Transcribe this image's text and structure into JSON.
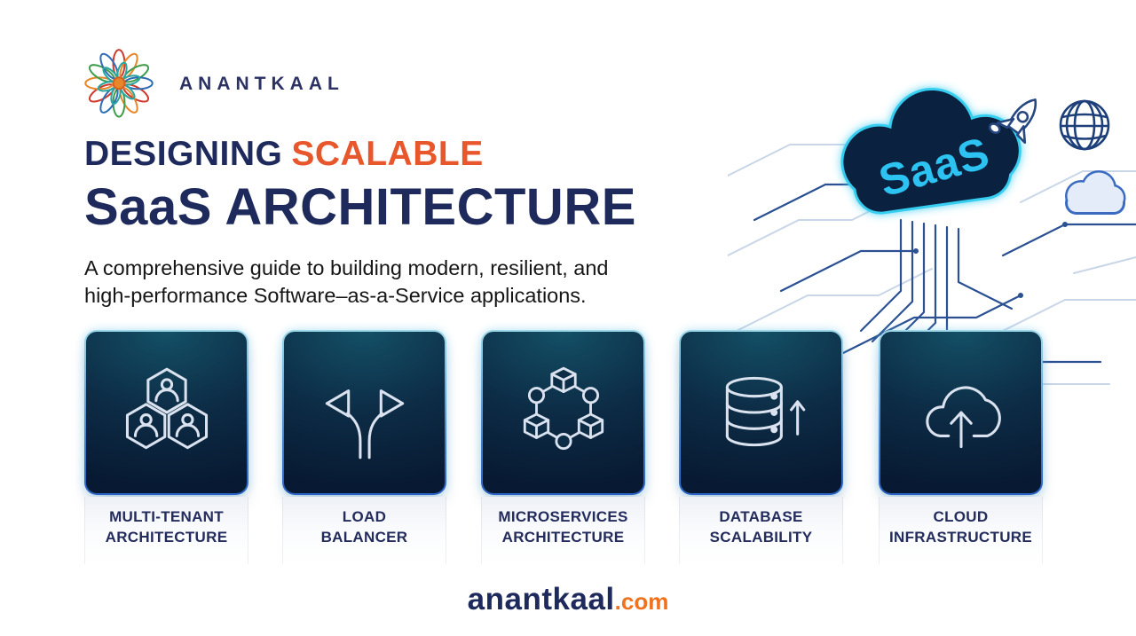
{
  "brand": {
    "name": "ANANTKAAL"
  },
  "hero": {
    "title_part1": "DESIGNING",
    "title_part2": "SCALABLE",
    "title_line2": "SaaS ARCHITECTURE",
    "subtitle_line1": "A comprehensive guide to building modern, resilient, and",
    "subtitle_line2": "high-performance Software–as-a-Service applications."
  },
  "illustration": {
    "cloud_label": "SaaS",
    "icons": [
      "saas-cloud-icon",
      "rocket-icon",
      "globe-icon",
      "small-cloud-icon",
      "circuit-traces-graphic"
    ]
  },
  "cards": [
    {
      "id": "multi-tenant",
      "icon": "multi-tenant-hexagon-users-icon",
      "label_line1": "MULTI-TENANT",
      "label_line2": "ARCHITECTURE"
    },
    {
      "id": "load-balancer",
      "icon": "split-arrows-icon",
      "label_line1": "LOAD",
      "label_line2": "BALANCER"
    },
    {
      "id": "microservices",
      "icon": "connected-nodes-cubes-icon",
      "label_line1": "MICROSERVICES",
      "label_line2": "ARCHITECTURE"
    },
    {
      "id": "database-scalability",
      "icon": "database-up-arrow-icon",
      "label_line1": "DATABASE",
      "label_line2": "SCALABILITY"
    },
    {
      "id": "cloud-infrastructure",
      "icon": "cloud-upload-icon",
      "label_line1": "CLOUD",
      "label_line2": "INFRASTRUCTURE"
    }
  ],
  "footer": {
    "domain_name": "anantkaal",
    "domain_tld": ".com"
  },
  "colors": {
    "navy": "#1f2a5c",
    "orange": "#e8562b",
    "cyan": "#2cc3f2",
    "card_gradient_top": "#135066",
    "card_gradient_bottom": "#081a33",
    "icon_stroke": "#d9e2ee",
    "trace_light": "#c9d6e8",
    "trace_dark": "#2b5193"
  }
}
